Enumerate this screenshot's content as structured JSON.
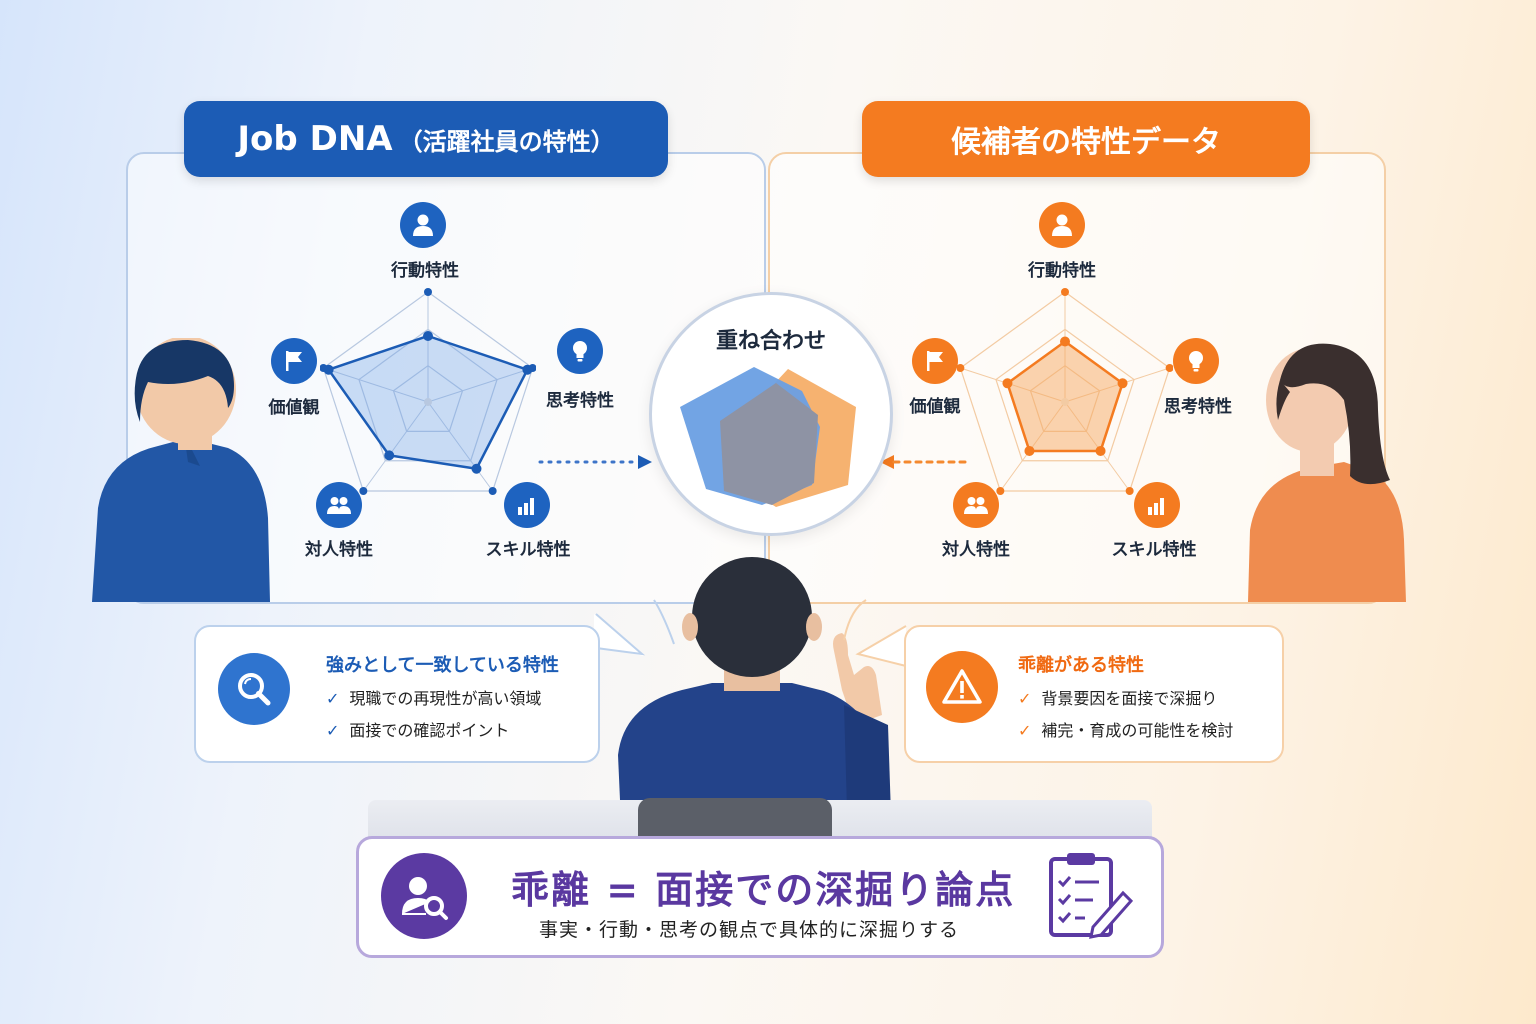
{
  "left_panel": {
    "title_main": "Job DNA",
    "title_sub": "（活躍社員の特性）",
    "color": "#1c5cb5",
    "radar_values": [
      0.6,
      0.95,
      0.75,
      0.6,
      0.95
    ]
  },
  "right_panel": {
    "title": "候補者の特性データ",
    "color": "#f47b20",
    "radar_values": [
      0.55,
      0.55,
      0.55,
      0.55,
      0.55
    ]
  },
  "axes": {
    "top": "行動特性",
    "upper_right": "思考特性",
    "lower_right": "スキル特性",
    "lower_left": "対人特性",
    "upper_left": "価値観"
  },
  "axis_icons": [
    "person-icon",
    "lightbulb-icon",
    "bar-chart-icon",
    "people-icon",
    "flag-icon"
  ],
  "overlay": {
    "title": "重ね合わせ"
  },
  "callout_left": {
    "title": "強みとして一致している特性",
    "items": [
      "現職での再現性が高い領域",
      "面接での確認ポイント"
    ],
    "color": "#1c5cb5"
  },
  "callout_right": {
    "title": "乖離がある特性",
    "items": [
      "背景要因を面接で深掘り",
      "補完・育成の可能性を検討"
    ],
    "color": "#f06a12"
  },
  "conclusion": {
    "title": "乖離 = 面接での深掘り論点",
    "subtitle": "事実・行動・思考の観点で具体的に深掘りする",
    "color": "#5a38a0"
  }
}
